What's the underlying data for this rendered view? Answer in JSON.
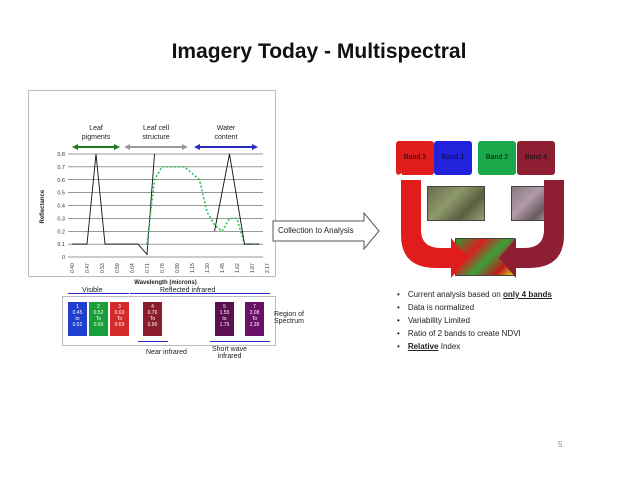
{
  "slide": {
    "title": "Imagery Today - Multispectral",
    "page_number": "5"
  },
  "chart_data": {
    "type": "line",
    "ylabel": "Reflectance",
    "xlabel": "Wavelength (microns)",
    "yticks": [
      "0",
      "0.1",
      "0.2",
      "0.3",
      "0.4",
      "0.5",
      "0.6",
      "0.7",
      "0.8"
    ],
    "ylim": [
      0,
      0.8
    ],
    "xticks": [
      "0.40",
      "0.47",
      "0.53",
      "0.59",
      "0.64",
      "0.71",
      "0.78",
      "0.99",
      "1.15",
      "1.30",
      "1.45",
      "1.62",
      "1.87",
      "2.17"
    ],
    "series": [
      {
        "style": "solid",
        "points": [
          [
            0,
            0.1
          ],
          [
            1,
            0.1
          ],
          [
            1.6,
            0.8
          ],
          [
            2.2,
            0.1
          ],
          [
            3,
            0.1
          ],
          [
            3.8,
            0.1
          ],
          [
            4.4,
            0.1
          ],
          [
            5,
            0.02
          ],
          [
            5.5,
            0.8
          ]
        ]
      },
      {
        "style": "dashed-green",
        "points": [
          [
            5,
            0.1
          ],
          [
            5.5,
            0.6
          ],
          [
            6,
            0.7
          ],
          [
            6.5,
            0.7
          ],
          [
            7,
            0.7
          ],
          [
            7.5,
            0.7
          ],
          [
            8,
            0.65
          ],
          [
            8.5,
            0.6
          ],
          [
            9,
            0.35
          ],
          [
            9.5,
            0.25
          ],
          [
            10,
            0.2
          ],
          [
            10.5,
            0.3
          ],
          [
            11,
            0.3
          ],
          [
            11.5,
            0.1
          ],
          [
            12,
            0.1
          ]
        ]
      },
      {
        "style": "solid",
        "points": [
          [
            9.5,
            0.2
          ],
          [
            10.5,
            0.8
          ],
          [
            11.5,
            0.1
          ],
          [
            12.5,
            0.1
          ]
        ]
      }
    ],
    "regions": [
      {
        "label": "Leaf\npigments",
        "color": "#1a7a1a"
      },
      {
        "label": "Leaf cell\nstructure",
        "color": "#999999"
      },
      {
        "label": "Water\ncontent",
        "color": "#2a2abf"
      }
    ]
  },
  "spectrum": {
    "visible_label": "Visible",
    "reflected_ir_label": "Reflected infrared",
    "near_ir_label": "Near infrared",
    "shortwave_ir_label": "Short wave\ninfrared",
    "region_label": "Region of\nSpectrum",
    "bands": [
      {
        "num": "1",
        "range": "0.45\nto\n0.52",
        "color": "#1f3fcf"
      },
      {
        "num": "2",
        "range": "0.52\nTo\n0.60",
        "color": "#1a9e3a"
      },
      {
        "num": "3",
        "range": "0.63\nTo\n0.69",
        "color": "#d42a2a"
      },
      {
        "num": "4",
        "range": "0.76\nTo\n0.90",
        "color": "#8b1c2c"
      },
      {
        "num": "5",
        "range": "1.55\nto\n1.75",
        "color": "#5a1050"
      },
      {
        "num": "7",
        "range": "2.08\nTo\n2.35",
        "color": "#6a1068"
      }
    ]
  },
  "collection_label": "Collection to Analysis",
  "bands_top": [
    {
      "label": "Band 3",
      "color": "#e01c1c"
    },
    {
      "label": "Band 1",
      "color": "#2222dd"
    },
    {
      "label": "Band 2",
      "color": "#1aa84a"
    },
    {
      "label": "Band 4",
      "color": "#8e1e32"
    }
  ],
  "bullets": [
    {
      "pre": "Current analysis based on ",
      "em": "only 4 bands",
      "post": ""
    },
    {
      "pre": "Data is normalized",
      "em": "",
      "post": ""
    },
    {
      "pre": "Variability Limited",
      "em": "",
      "post": ""
    },
    {
      "pre": "Ratio of 2 bands to create NDVI",
      "em": "",
      "post": ""
    },
    {
      "pre": "",
      "em": "Relative",
      "post": " Index"
    }
  ]
}
